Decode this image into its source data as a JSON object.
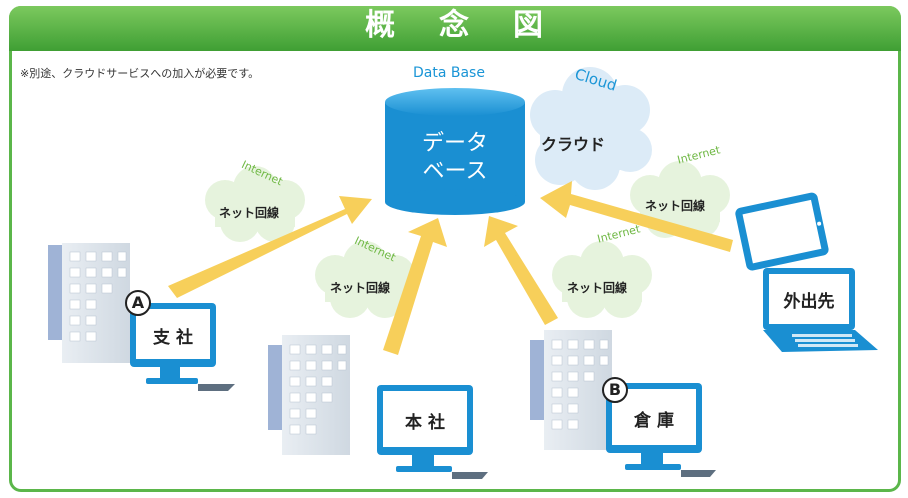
{
  "title": "概念図",
  "note": "※別途、クラウドサービスへの加入が必要です。",
  "database": {
    "label": "Data Base",
    "text_line1": "データ",
    "text_line2": "ベース"
  },
  "cloud": {
    "label": "Cloud",
    "text": "クラウド"
  },
  "internet_label": "Internet",
  "net_label": "ネット回線",
  "sites": {
    "branch": {
      "badge": "A",
      "label": "支 社"
    },
    "head_office": {
      "label": "本 社"
    },
    "warehouse": {
      "badge": "B",
      "label": "倉 庫"
    },
    "remote": {
      "label": "外出先"
    }
  },
  "colors": {
    "accent_blue": "#1a95d6",
    "title_green": "#4caf3c",
    "arrow_yellow": "#f7cf5a",
    "cloud_green": "#e6f3dd",
    "cloud_blue": "#dcebf7"
  }
}
